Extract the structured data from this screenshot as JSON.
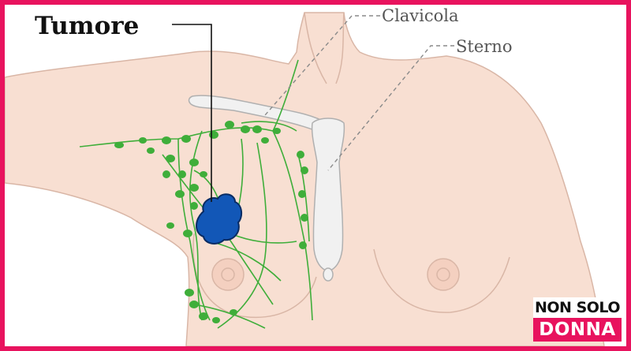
{
  "labels": {
    "tumor": "Tumore",
    "clavicle": "Clavicola",
    "sternum": "Sterno"
  },
  "logo": {
    "line1": "NON SOLO",
    "line2": "DONNA"
  },
  "colors": {
    "border": "#e8135e",
    "skin": "#f8dfd2",
    "skin_outline": "#d9b6a6",
    "bone": "#f1f1f1",
    "lymph": "#3fae3a",
    "tumor": "#1257b7"
  }
}
